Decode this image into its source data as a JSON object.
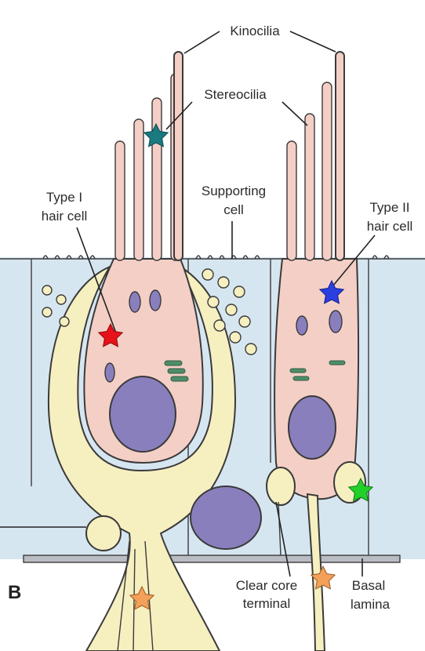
{
  "figure": {
    "panel_letter": "B",
    "labels": {
      "kinocilia": "Kinocilia",
      "stereocilia": "Stereocilia",
      "supporting_cell_line1": "Supporting",
      "supporting_cell_line2": "cell",
      "type1_line1": "Type I",
      "type1_line2": "hair cell",
      "type2_line1": "Type II",
      "type2_line2": "hair cell",
      "clear_core_line1": "Clear core",
      "clear_core_line2": "terminal",
      "basal_line1": "Basal",
      "basal_line2": "lamina"
    },
    "markers": [
      {
        "name": "teal-star",
        "color": "#1a7a80"
      },
      {
        "name": "red-star",
        "color": "#e8121a"
      },
      {
        "name": "blue-star",
        "color": "#2b3ee0"
      },
      {
        "name": "green-star",
        "color": "#22d02a"
      },
      {
        "name": "orange-star-calyx",
        "color": "#f2a05a"
      },
      {
        "name": "orange-star-terminal",
        "color": "#f2a05a"
      }
    ],
    "colors": {
      "tissue_blue": "#d6e6f1",
      "hair_cell_pink": "#f4cfc6",
      "nerve_yellow": "#f6efc0",
      "nucleus_purple": "#8a7fbd",
      "organelle_green": "#4f8d6a"
    }
  }
}
